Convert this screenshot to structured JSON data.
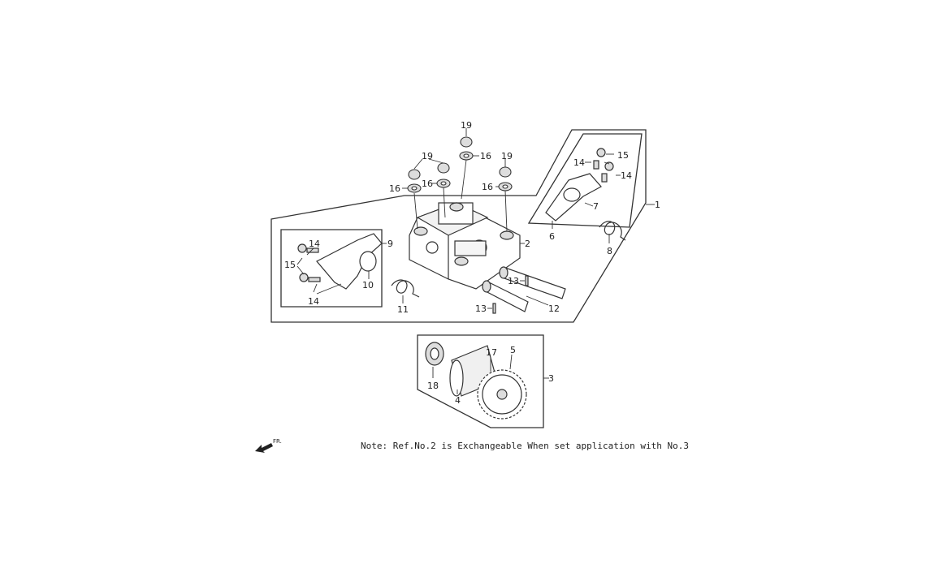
{
  "diagram": {
    "callouts": {
      "c1": "1",
      "c2": "2",
      "c3": "3",
      "c4": "4",
      "c5": "5",
      "c6": "6",
      "c7": "7",
      "c8": "8",
      "c9": "9",
      "c10": "10",
      "c11": "11",
      "c12": "12",
      "c13a": "13",
      "c13b": "13",
      "c14a": "14",
      "c14b": "14",
      "c14c": "14",
      "c14d": "14",
      "c15a": "15",
      "c15b": "15",
      "c16a": "16",
      "c16b": "16",
      "c16c": "16",
      "c16d": "16",
      "c17": "17",
      "c18": "18",
      "c19a": "19",
      "c19b": "19",
      "c19c": "19"
    },
    "direction_label": "FR.",
    "note": "Note: Ref.No.2 is Exchangeable When set application with No.3"
  },
  "colors": {
    "line": "#333333",
    "fill": "#ffffff",
    "shade": "#bdbdbd"
  }
}
